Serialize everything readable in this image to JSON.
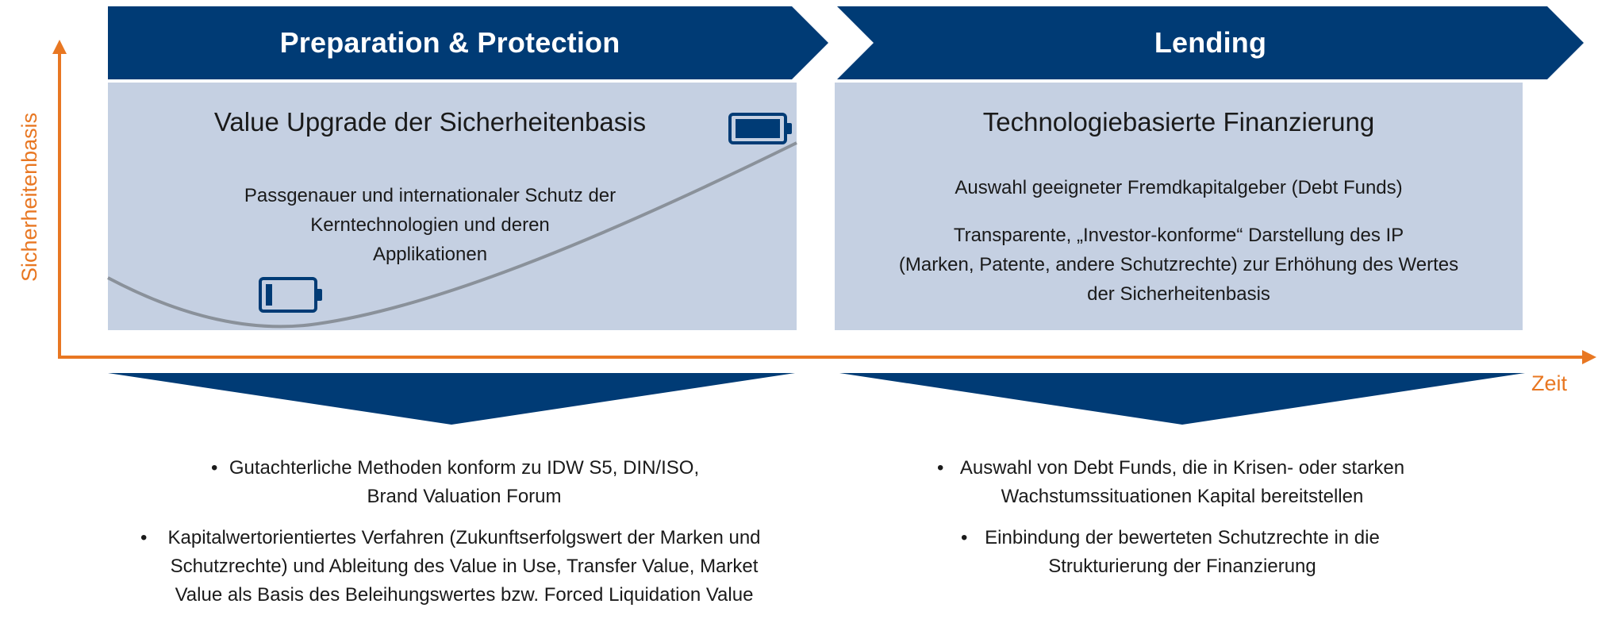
{
  "colors": {
    "navy": "#003b75",
    "panel": "#c5d0e2",
    "axis": "#e87722",
    "curve": "#8a919a"
  },
  "axes": {
    "y_label": "Sicherheitenbasis",
    "x_label": "Zeit"
  },
  "phases": [
    {
      "header": "Preparation & Protection",
      "panel_title": "Value Upgrade der Sicherheitenbasis",
      "panel_lines": [
        "Passgenauer und internationaler  Schutz der",
        "Kerntechnologien und deren",
        "Applikationen"
      ],
      "bullets": [
        [
          "Gutachterliche Methoden konform zu IDW S5, DIN/ISO,",
          "Brand Valuation Forum"
        ],
        [
          "Kapitalwertorientiertes Verfahren (Zukunftserfolgswert der Marken und",
          "Schutzrechte) und Ableitung des Value in Use, Transfer Value, Market",
          "Value als Basis des Beleihungswertes bzw. Forced Liquidation Value"
        ]
      ]
    },
    {
      "header": "Lending",
      "panel_title": "Technologiebasierte Finanzierung",
      "panel_paragraphs": [
        [
          "Auswahl geeigneter Fremdkapitalgeber (Debt Funds)"
        ],
        [
          "Transparente, „Investor-konforme“ Darstellung des IP",
          "(Marken, Patente, andere Schutzrechte) zur Erhöhung des Wertes",
          "der Sicherheitenbasis"
        ]
      ],
      "bullets": [
        [
          "Auswahl von Debt Funds, die in Krisen- oder starken",
          "Wachstumssituationen Kapital bereitstellen"
        ],
        [
          "Einbindung der bewerteten Schutzrechte in die",
          "Strukturierung der Finanzierung"
        ]
      ]
    }
  ],
  "icons": {
    "battery_low": "battery-low-icon",
    "battery_full": "battery-full-icon"
  }
}
